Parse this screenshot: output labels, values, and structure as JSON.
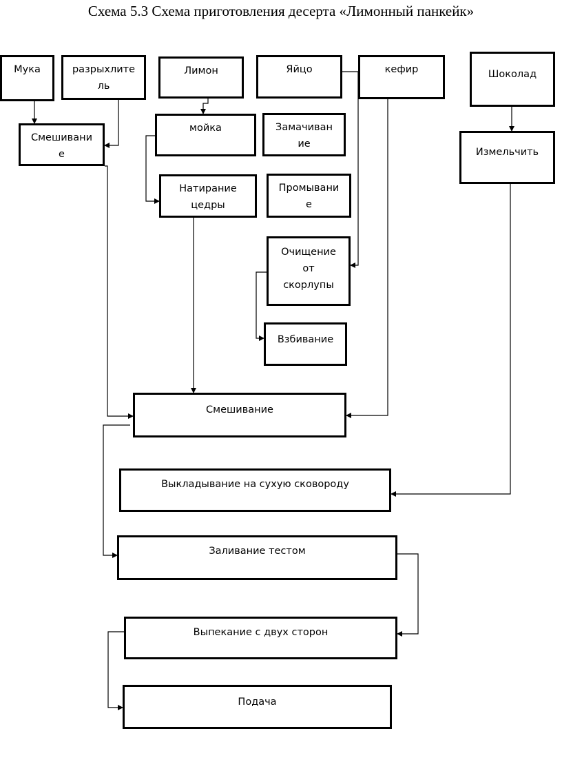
{
  "title": "Схема 5.3 Схема приготовления десерта «Лимонный панкейк»",
  "boxes": {
    "muka": "Мука",
    "razryhlitel": "разрыхлите\nль",
    "limon": "Лимон",
    "yaico": "Яйцо",
    "kefir": "кефир",
    "shokolad": "Шоколад",
    "smeshivanie1": "Смешивани\nе",
    "moika": "мойка",
    "zamachivanie": "Замачиван\nие",
    "izmelchit": "Измельчить",
    "natiranie": "Натирание\nцедры",
    "promyvanie": "Промывани\nе",
    "ochishchenie": "Очищение\nот\nскорлупы",
    "vzbivanie": "Взбивание",
    "smeshivanie2": "Смешивание",
    "vykladyvanie": "Выкладывание на сухую сковороду",
    "zalivanie": "Заливание тестом",
    "vypekanie": "Выпекание с двух сторон",
    "podacha": "Подача"
  }
}
